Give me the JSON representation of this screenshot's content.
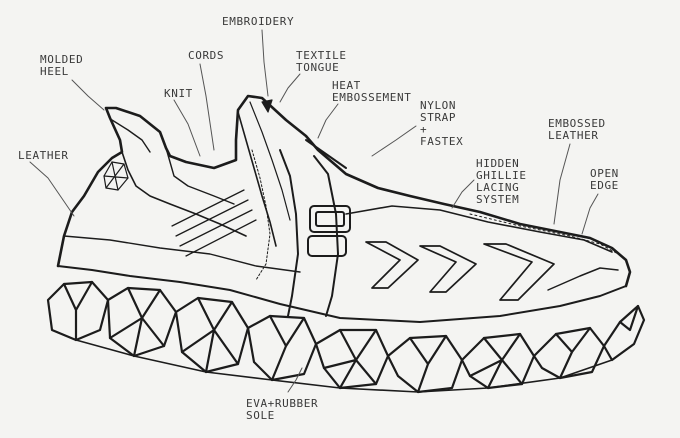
{
  "annotations": {
    "embroidery": "EMBROIDERY",
    "textile_tongue": "TEXTILE\nTONGUE",
    "molded_heel": "MOLDED\nHEEL",
    "cords": "CORDS",
    "knit": "KNIT",
    "heat_embossement": "HEAT\nEMBOSSEMENT",
    "nylon_strap_fastex": "NYLON\nSTRAP\n+\nFASTEX",
    "leather": "LEATHER",
    "embossed_leather": "EMBOSSED\nLEATHER",
    "open_edge": "OPEN\nEDGE",
    "hidden_ghillie": "HIDDEN\nGHILLIE\nLACING\nSYSTEM",
    "sole": "EVA+RUBBER\nSOLE"
  },
  "colors": {
    "paper": "#f4f4f2",
    "ink": "#1c1c1c",
    "pencil": "#555555"
  }
}
